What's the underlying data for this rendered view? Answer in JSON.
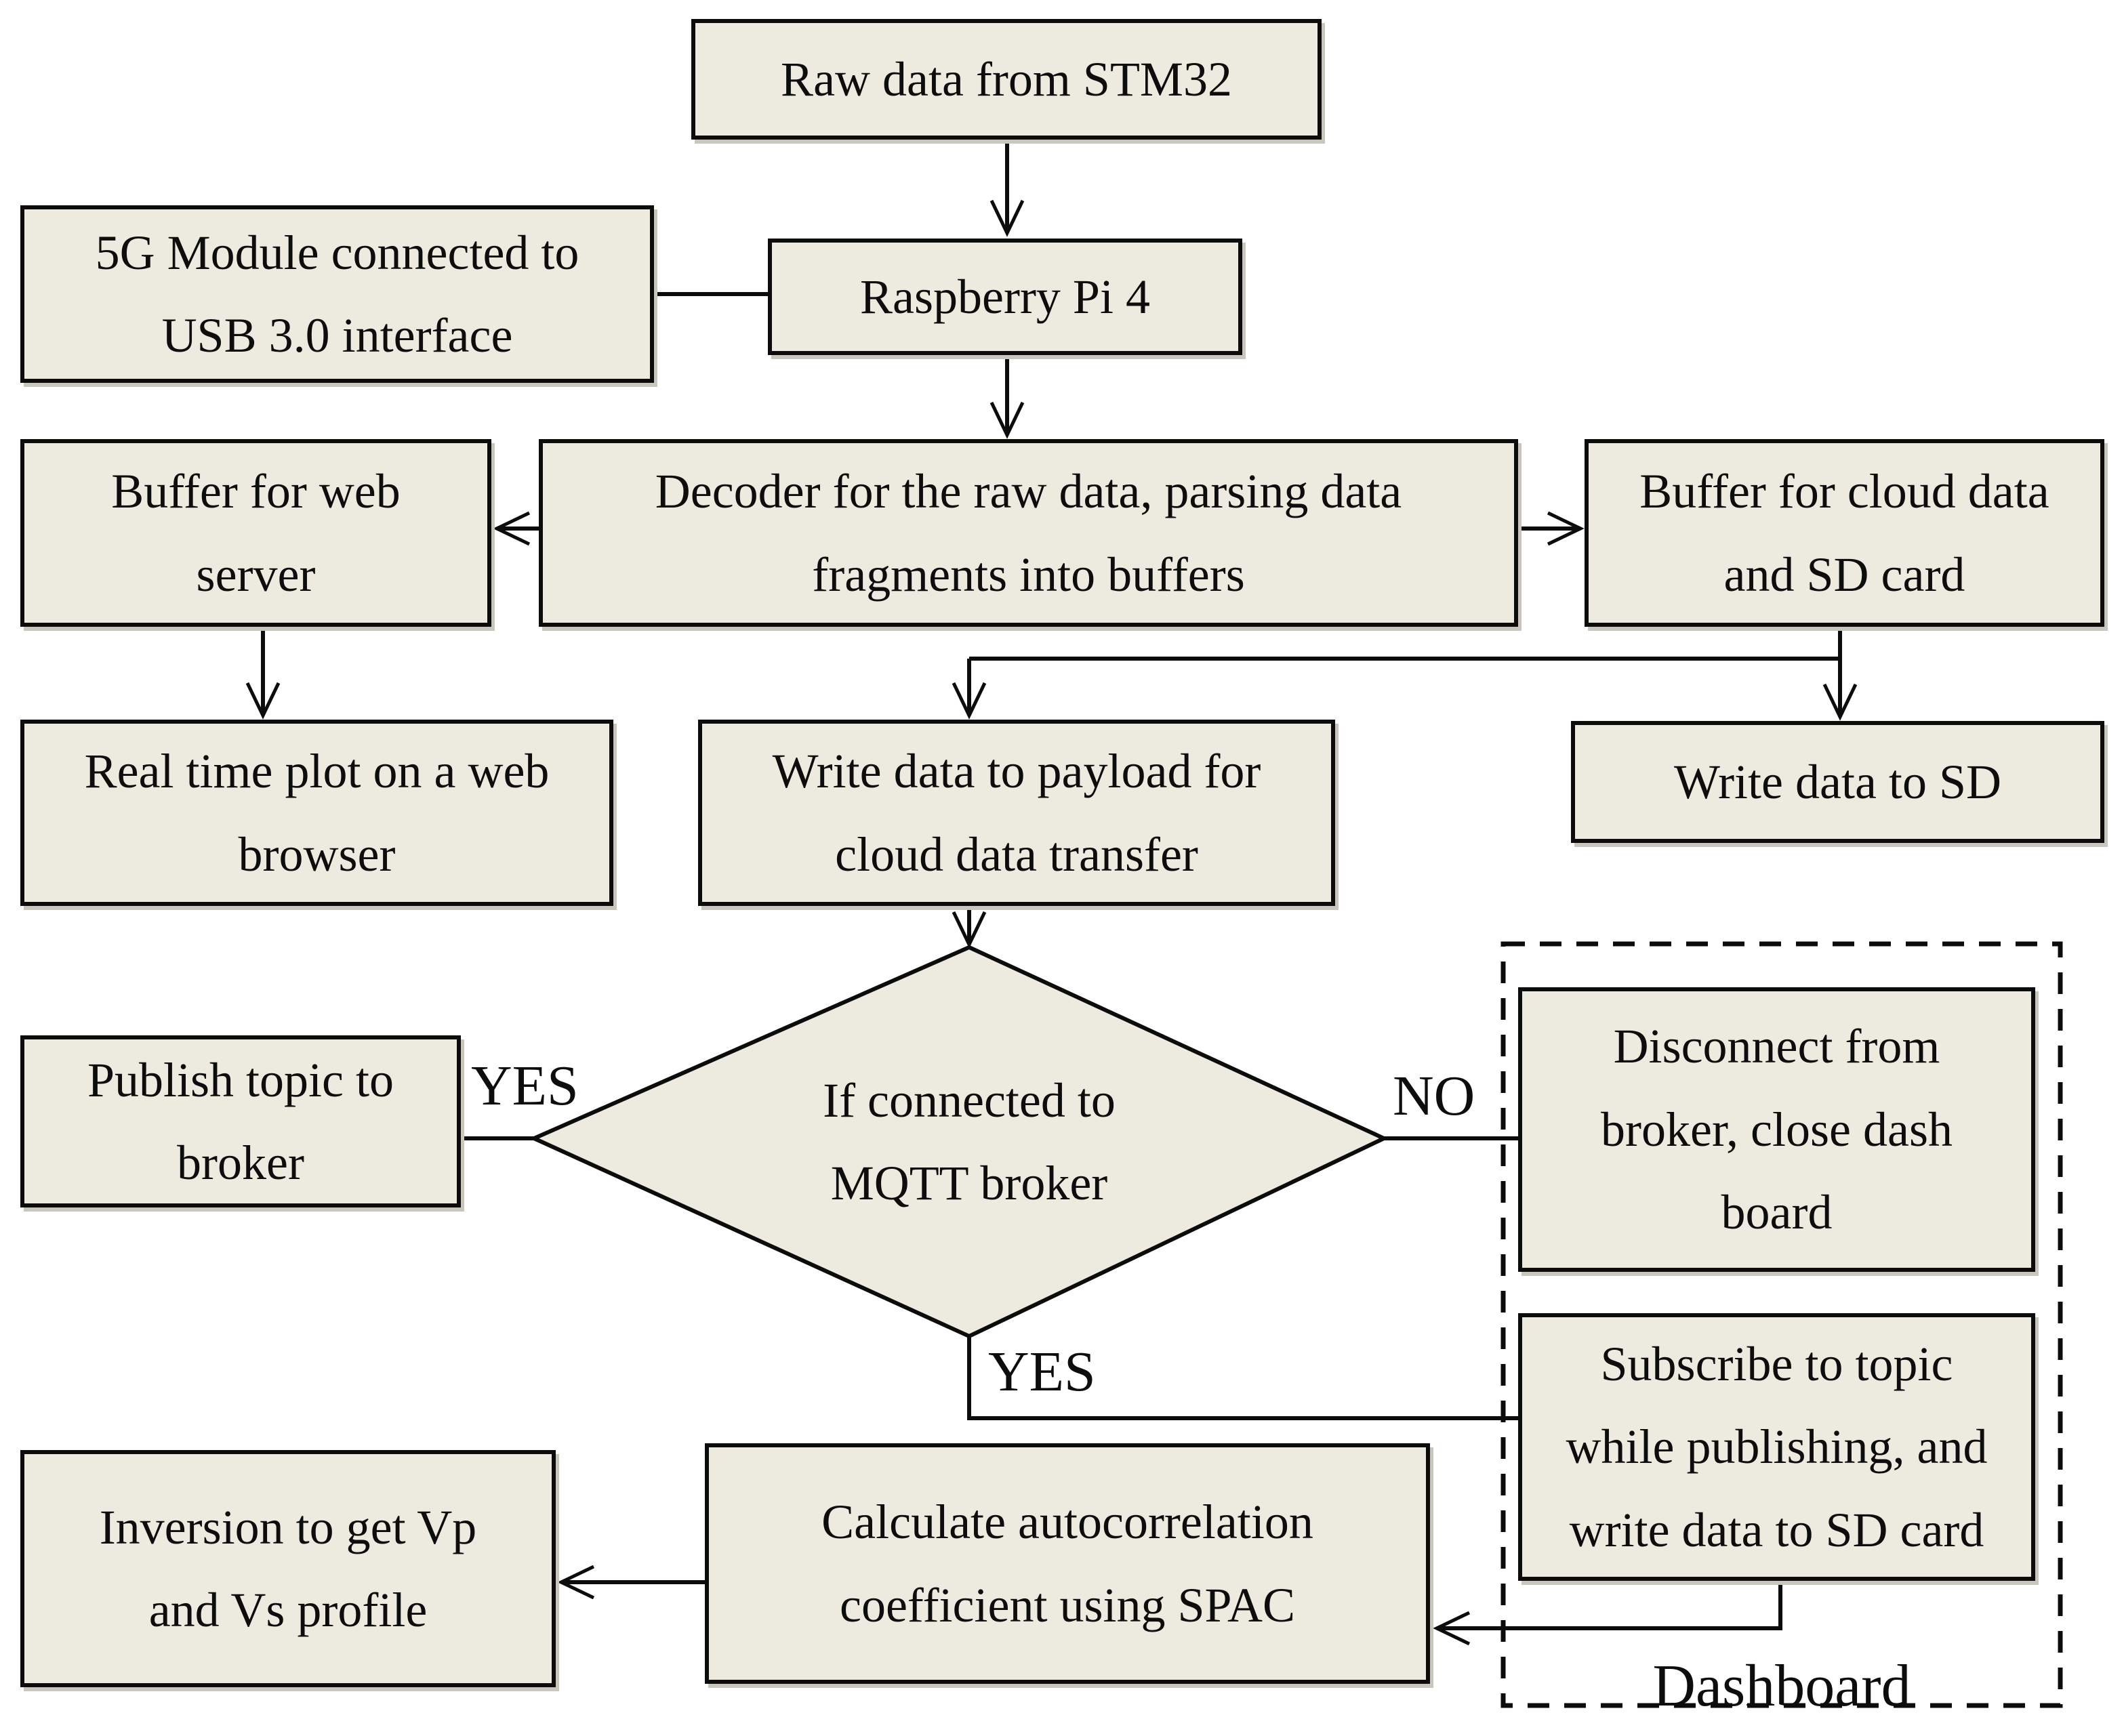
{
  "flowchart": {
    "nodes": {
      "raw_data": {
        "label": "Raw data from STM32"
      },
      "module_5g": {
        "label": "5G Module connected to\nUSB 3.0 interface"
      },
      "raspberry_pi": {
        "label": "Raspberry Pi 4"
      },
      "buffer_web": {
        "label": "Buffer for web\nserver"
      },
      "decoder": {
        "label": "Decoder for the raw data, parsing data\nfragments into buffers"
      },
      "buffer_cloud": {
        "label": "Buffer for cloud data\nand SD card"
      },
      "realtime_plot": {
        "label": "Real time plot on a web\nbrowser"
      },
      "write_payload": {
        "label": "Write data to payload for\ncloud data transfer"
      },
      "write_sd": {
        "label": "Write data to SD"
      },
      "publish": {
        "label": "Publish topic to\nbroker"
      },
      "decision": {
        "label": "If connected to\nMQTT broker"
      },
      "disconnect": {
        "label": "Disconnect from\nbroker, close dash\nboard"
      },
      "subscribe": {
        "label": "Subscribe to topic\nwhile publishing, and\nwrite data to SD card"
      },
      "calculate": {
        "label": "Calculate autocorrelation\ncoefficient using SPAC"
      },
      "inversion": {
        "label": "Inversion to get Vp\nand Vs profile"
      }
    },
    "edge_labels": {
      "yes_left": "YES",
      "no_right": "NO",
      "yes_bottom": "YES"
    },
    "container_label": "Dashboard",
    "colors": {
      "node_fill": "#edebe0",
      "node_border": "#0c0c0c",
      "line": "#0c0c0c",
      "background": "#ffffff"
    }
  }
}
